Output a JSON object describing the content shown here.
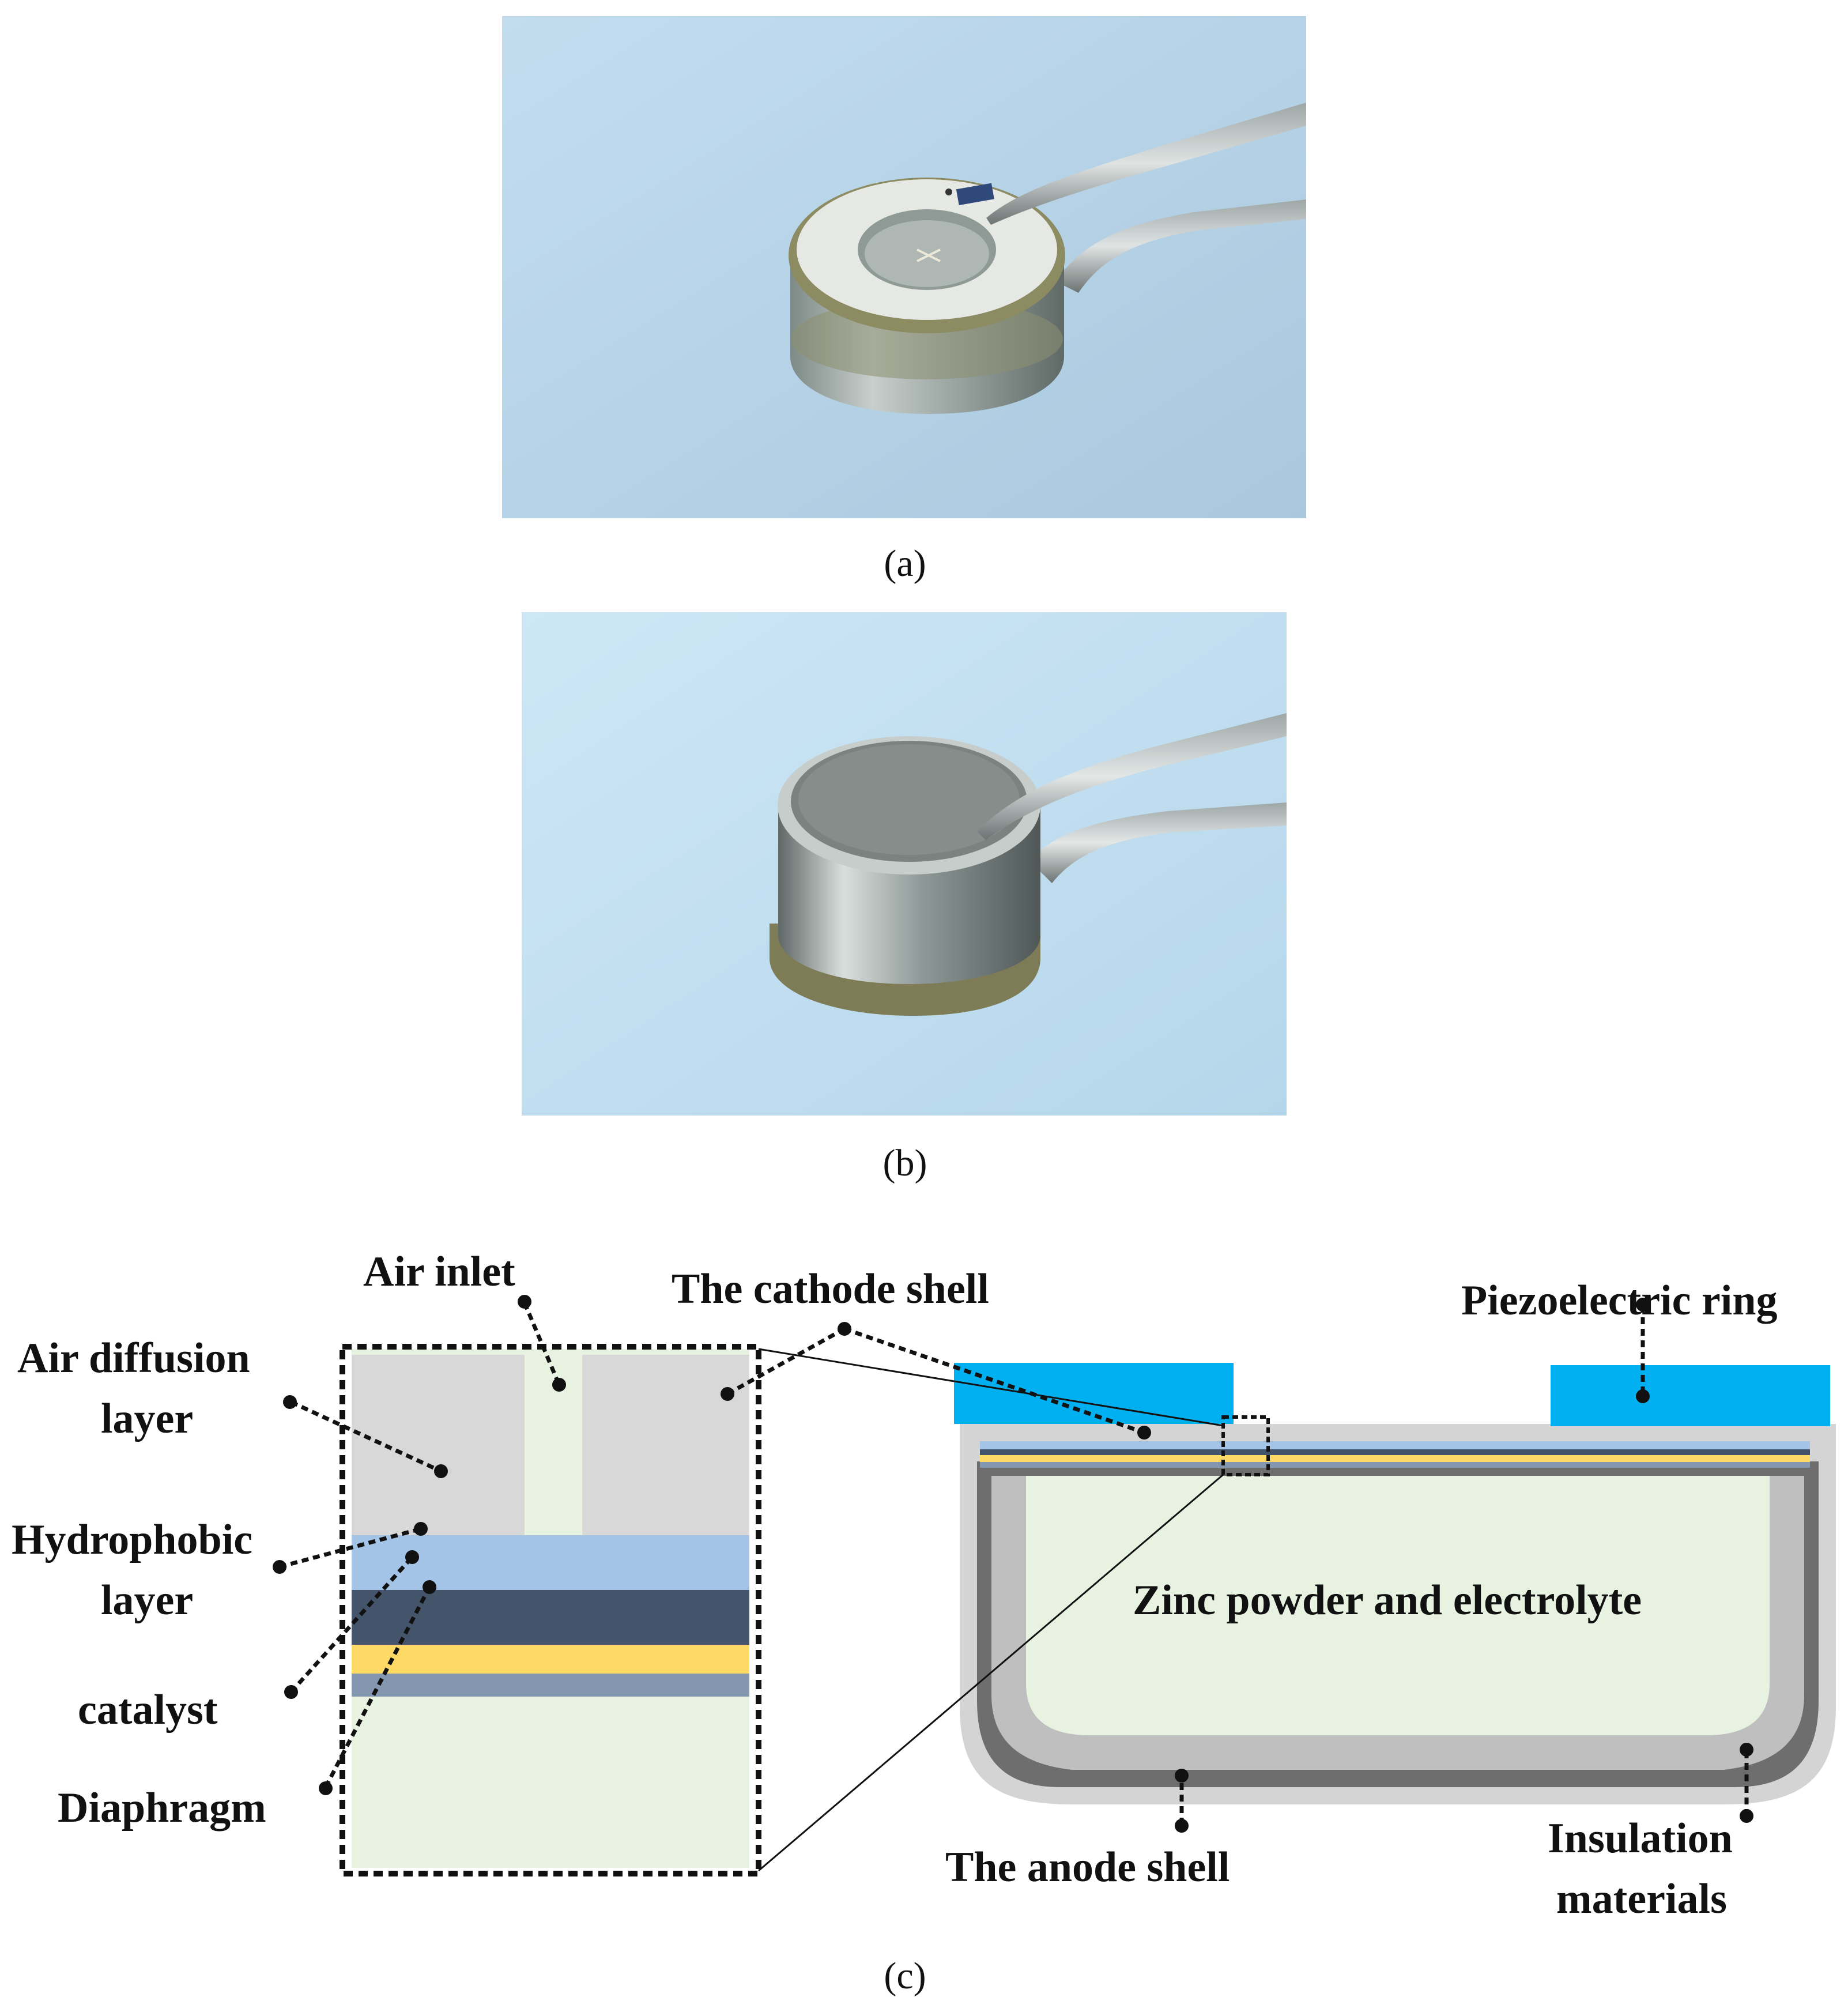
{
  "figure": {
    "captions": {
      "a": "(a)",
      "b": "(b)",
      "c": "(c)"
    },
    "colors": {
      "background_photo_a": "#bcd8ec",
      "background_photo_b": "#c4e0f2",
      "shell_gray": "#d8d8d8",
      "air_diffusion_layer": "#a3c4e6",
      "hydrophobic_layer": "#44546a",
      "catalyst": "#ffd966",
      "diaphragm": "#8497b0",
      "electrolyte": "#e8f2e1",
      "piezoelectric_ring": "#00b0f0",
      "anode_shell": "#bfbfbf",
      "insulation": "#707070"
    },
    "labels": {
      "air_inlet": "Air inlet",
      "air_diffusion_1": "Air diffusion",
      "air_diffusion_2": "layer",
      "hydrophobic_1": "Hydrophobic",
      "hydrophobic_2": "layer",
      "catalyst": "catalyst",
      "diaphragm": "Diaphragm",
      "cathode_shell": "The cathode shell",
      "piezo_ring": "Piezoelectric ring",
      "zinc": "Zinc powder and electrolyte",
      "anode_shell": "The anode shell",
      "insulation_1": "Insulation",
      "insulation_2": "materials"
    }
  }
}
